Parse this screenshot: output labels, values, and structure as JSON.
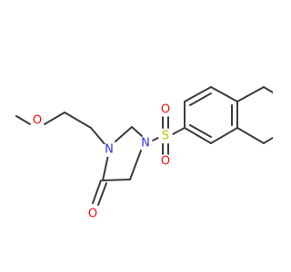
{
  "molecule": {
    "colors": {
      "bond": "#3b3b3b",
      "oxygen": "#ff0d0d",
      "nitrogen": "#3030f0",
      "sulfur": "#c6c600",
      "background": "#ffffff"
    },
    "atom_labels": {
      "methoxy_o": "O",
      "n_ring_left": "N",
      "n_ring_right": "N",
      "sulfur": "S",
      "sulfonyl_o_top": "O",
      "sulfonyl_o_bottom": "O",
      "carbonyl_o": "O"
    }
  }
}
